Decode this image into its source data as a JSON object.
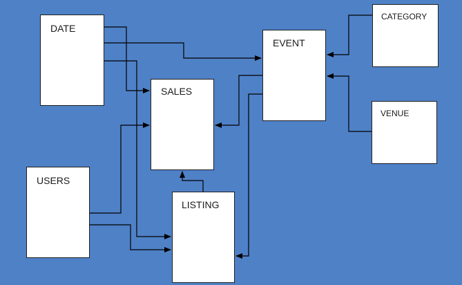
{
  "diagram": {
    "background_color": "#4f81c7",
    "entities": {
      "date": "DATE",
      "sales": "SALES",
      "event": "EVENT",
      "category": "CATEGORY",
      "venue": "VENUE",
      "users": "USERS",
      "listing": "LISTING"
    },
    "relationships": [
      {
        "from": "DATE",
        "to": "EVENT"
      },
      {
        "from": "DATE",
        "to": "SALES"
      },
      {
        "from": "DATE",
        "to": "LISTING"
      },
      {
        "from": "CATEGORY",
        "to": "EVENT"
      },
      {
        "from": "VENUE",
        "to": "EVENT"
      },
      {
        "from": "EVENT",
        "to": "SALES"
      },
      {
        "from": "EVENT",
        "to": "LISTING"
      },
      {
        "from": "USERS",
        "to": "SALES"
      },
      {
        "from": "USERS",
        "to": "LISTING"
      },
      {
        "from": "LISTING",
        "to": "SALES"
      }
    ]
  }
}
